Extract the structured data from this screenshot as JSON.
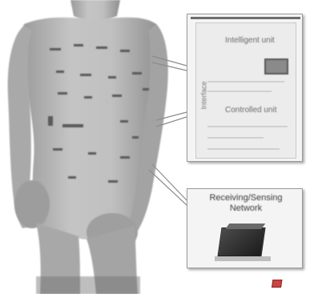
{
  "figure": {
    "body_illustration": "human-torso-front",
    "colors": {
      "skin": "#bdbdbd",
      "skin_shadow": "#8f8f8f",
      "electrode": "#555555",
      "panel_bg": "#f4f4f4",
      "panel_border": "#9a9a9a",
      "connector": "#8c8c8c"
    }
  },
  "monitor_panel": {
    "icon": "monitor-screen-icon",
    "unit_a_label": "Intelligent unit",
    "unit_b_label": "Controlled unit",
    "side_label": "Interface"
  },
  "receiver_panel": {
    "heading": "Receiving/Sensing Network",
    "icon": "receiver-device-icon"
  }
}
